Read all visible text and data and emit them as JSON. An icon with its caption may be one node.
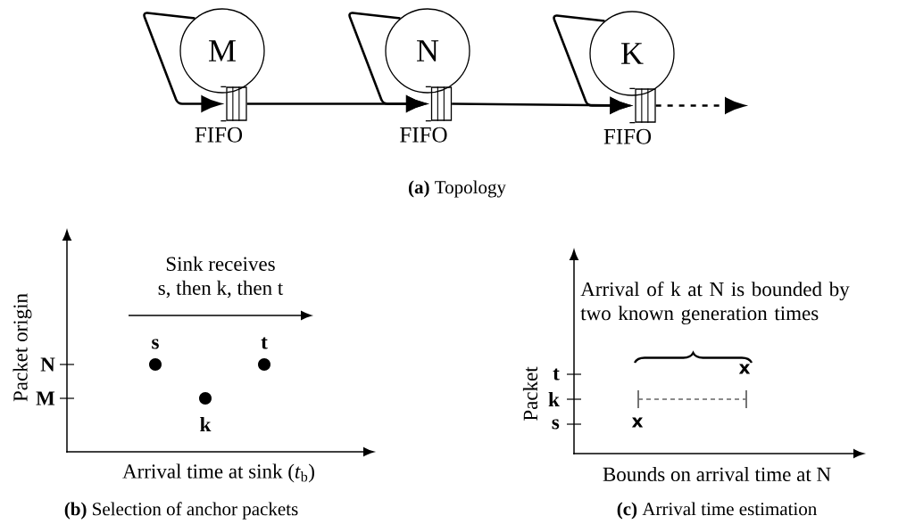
{
  "diagram": {
    "nodes": [
      {
        "text": [
          "M"
        ]
      },
      {
        "text": [
          "N"
        ]
      },
      {
        "text": [
          "K"
        ]
      },
      {
        "text": [],
        "shape": "box",
        "beside": [
          "FIFO"
        ]
      },
      {
        "text": [],
        "shape": "box",
        "beside": [
          "FIFO"
        ]
      },
      {
        "text": [],
        "shape": "box",
        "beside": [
          "FIFO"
        ]
      }
    ],
    "edges": [
      {
        "from": 0,
        "to": 3,
        "arrow": "to"
      },
      {
        "from": 3,
        "to": 4,
        "arrow": "to"
      },
      {
        "from": 1,
        "to": 4,
        "arrow": "to"
      },
      {
        "from": 4,
        "to": 5,
        "arrow": "to"
      },
      {
        "from": 2,
        "to": 5,
        "arrow": "to"
      },
      {
        "from": 5,
        "to": null,
        "arrow": "to",
        "style": "dashed"
      }
    ],
    "labels": [
      "**(a)** Topology",
      "Packet origin",
      "Sink receives s, then k, then t",
      "N",
      "M",
      "s",
      "t",
      "k",
      "Arrival time at sink (*t*$_{b}$)",
      "**(b)** Selection of anchor packets",
      "Arrival of k at N is bounded by two known generation times",
      "Packet",
      "t",
      "k",
      "s",
      "x",
      "x",
      "Bounds on arrival time at N",
      "**(c)** Arrival time estimation"
    ]
  }
}
